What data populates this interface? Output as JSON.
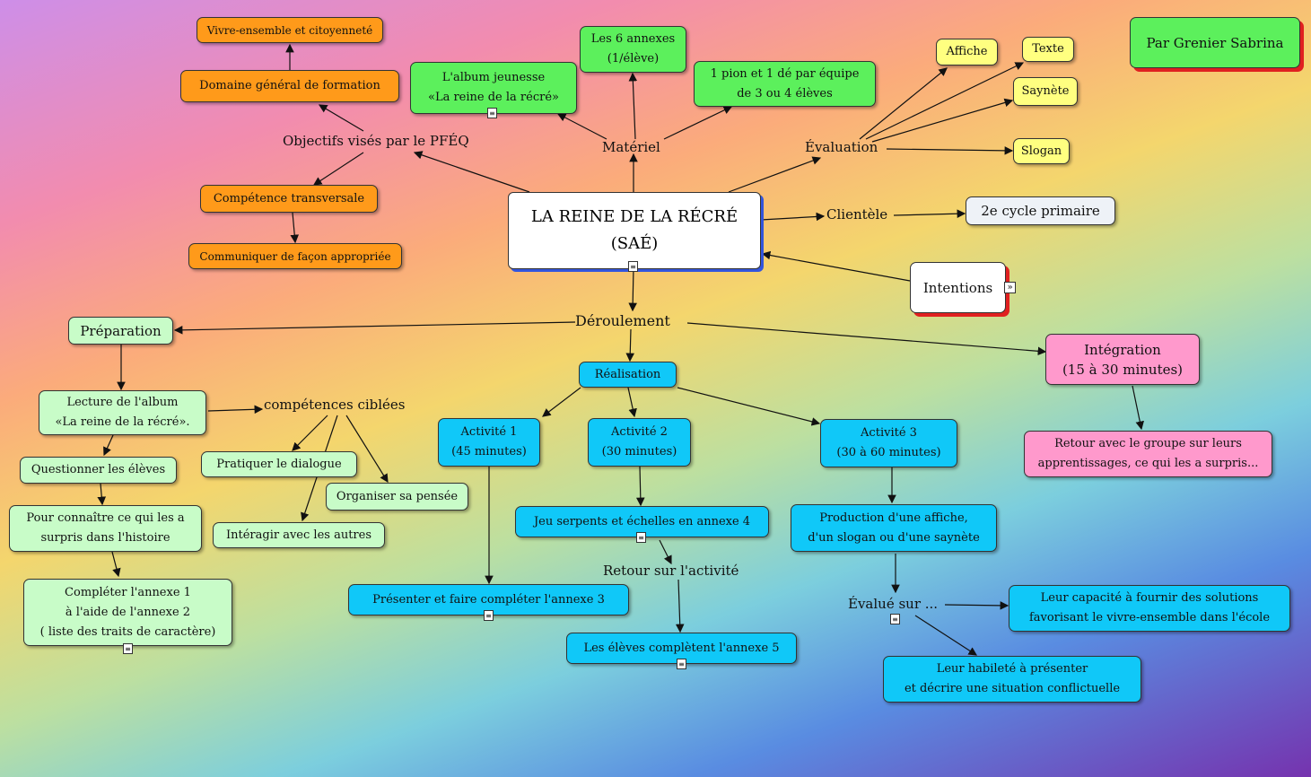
{
  "author": "Par Grenier Sabrina",
  "center": "LA REINE DE LA RÉCRÉ\n(SAÉ)",
  "branches": {
    "objectifs": "Objectifs visés par le PFÉQ",
    "materiel": "Matériel",
    "evaluation": "Évaluation",
    "clientele": "Clientèle",
    "deroulement": "Déroulement",
    "competences_ciblees": "compétences ciblées",
    "retour_activite": "Retour sur l'activité",
    "evalue_sur": "Évalué sur ..."
  },
  "nodes": {
    "vivre_ensemble": "Vivre-ensemble et citoyenneté",
    "domaine_general": "Domaine général de formation",
    "competence_transversale": "Compétence transversale",
    "communiquer": "Communiquer de façon appropriée",
    "album": "L'album jeunesse\n«La reine de la récré»",
    "annexes": "Les 6 annexes\n(1/élève)",
    "pion": "1 pion et 1 dé par équipe\nde 3 ou 4 élèves",
    "affiche": "Affiche",
    "texte": "Texte",
    "saynete": "Saynète",
    "slogan": "Slogan",
    "cycle": "2e cycle primaire",
    "intentions": "Intentions",
    "preparation": "Préparation",
    "lecture": "Lecture de l'album\n«La reine de la récré».",
    "questionner": "Questionner les élèves",
    "pour_connaitre": "Pour connaître ce qui les a\nsurpris dans l'histoire",
    "completer_annexe1": "Compléter l'annexe 1\nà l'aide de l'annexe 2\n( liste des traits de caractère)",
    "pratiquer": "Pratiquer le dialogue",
    "organiser": "Organiser sa pensée",
    "interagir": "Intéragir avec les autres",
    "realisation": "Réalisation",
    "activite1": "Activité 1\n(45 minutes)",
    "activite2": "Activité 2\n(30 minutes)",
    "activite3": "Activité 3\n(30 à 60 minutes)",
    "presenter_annexe3": "Présenter et faire compléter l'annexe 3",
    "jeu": "Jeu serpents et échelles en annexe 4",
    "eleves_annexe5": "Les élèves complètent l'annexe 5",
    "production": "Production d'une affiche,\nd'un slogan ou d'une saynète",
    "capacite": "Leur capacité à fournir des solutions\nfavorisant le vivre-ensemble dans l'école",
    "habilete": "Leur habileté à présenter\net décrire une situation conflictuelle",
    "integration": "Intégration\n(15 à 30 minutes)",
    "retour_groupe": "Retour avec le groupe sur leurs\napprentissages, ce qui les a surpris..."
  },
  "colors": {
    "orange": "#ff9a1a",
    "green": "#5cf05c",
    "yellow": "#ffff80",
    "lightgreen": "#c8fcc8",
    "cyan": "#10c8f8",
    "pink": "#ff99cc",
    "shadow_blue": "#3355dd",
    "shadow_red": "#e02020"
  },
  "icons": [
    "note-icon",
    "expand-icon"
  ]
}
